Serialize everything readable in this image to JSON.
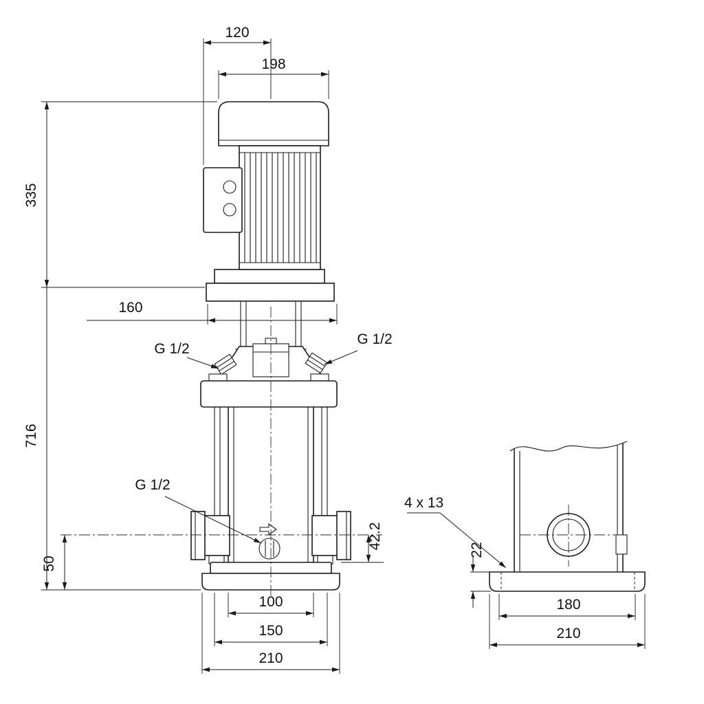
{
  "colors": {
    "line": "#1a1a1a",
    "background": "#ffffff"
  },
  "dimensions": {
    "terminal_box_offset": "120",
    "fan_cover_width": "198",
    "motor_height": "335",
    "total_height": "716",
    "stool_width": "160",
    "vent_plug_left": "G 1/2",
    "vent_plug_right": "G 1/2",
    "drain_plug": "G 1/2",
    "port_centerline_to_base_top": "42.2",
    "port_centerline_to_base_bottom": "50",
    "sleeve_width": "100",
    "bolt_spacing_front": "150",
    "base_width_front": "210",
    "bolt_holes": "4 x 13",
    "base_plate_height": "22",
    "bolt_spacing_side": "180",
    "base_width_side": "210"
  }
}
